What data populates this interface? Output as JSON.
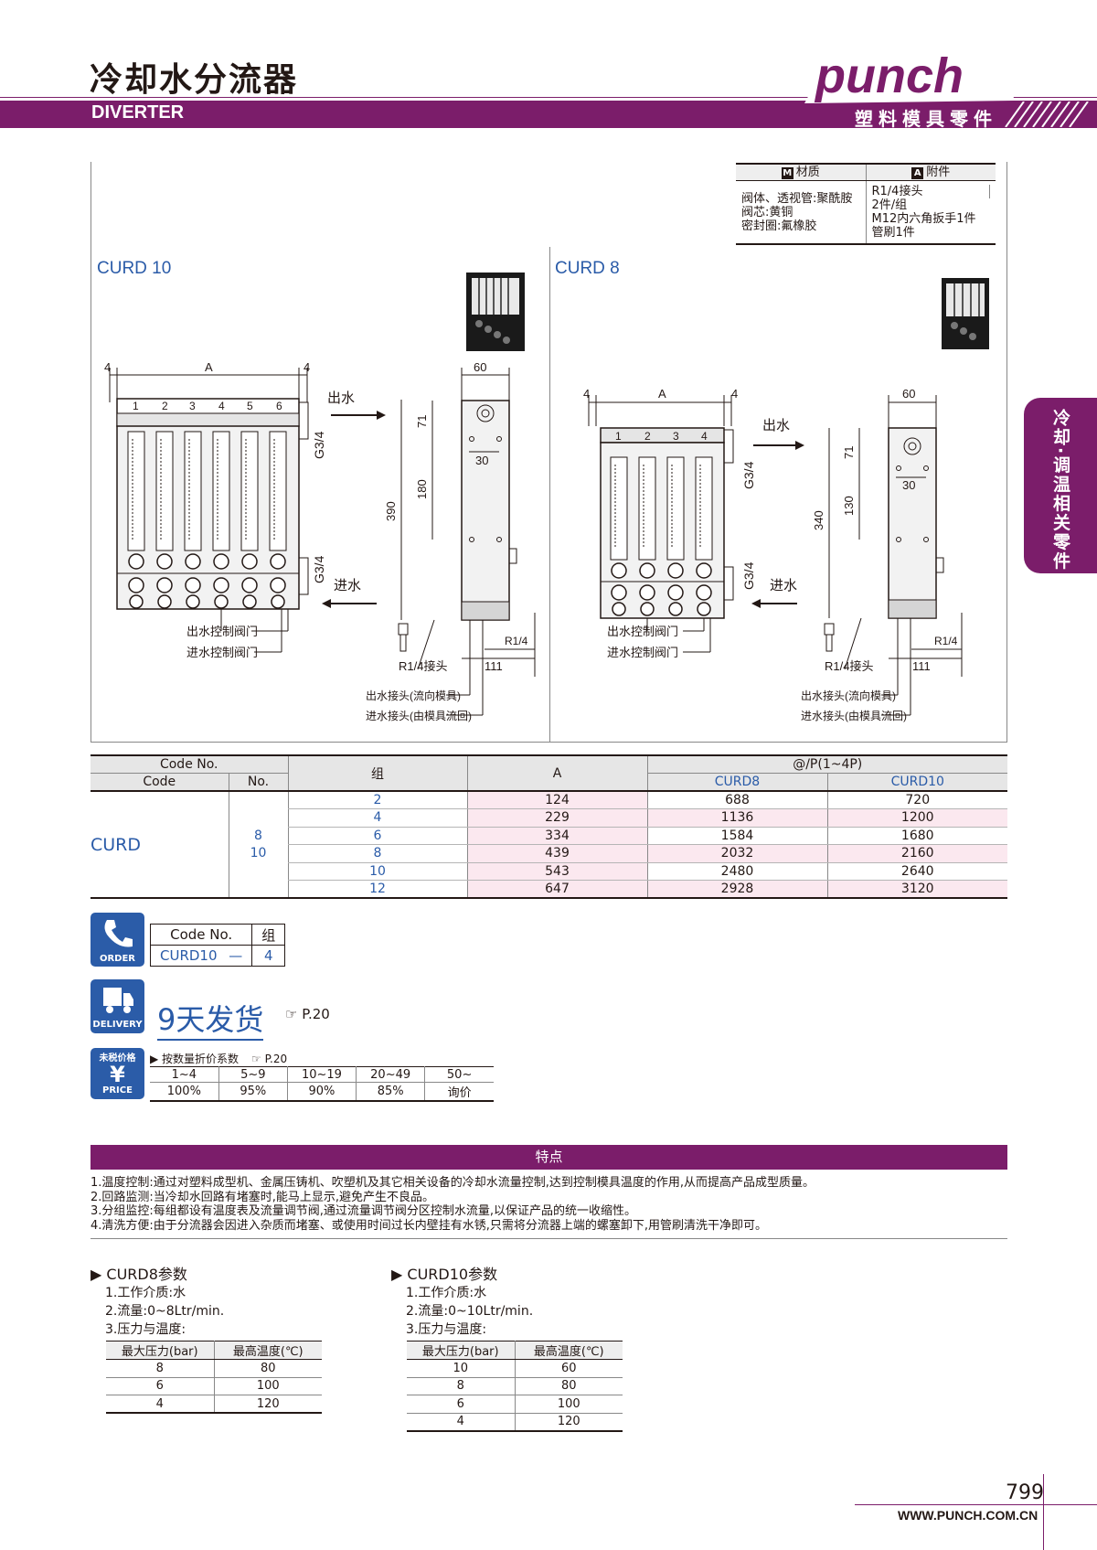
{
  "header": {
    "title_cn": "冷却水分流器",
    "title_en": "DIVERTER",
    "logo_text": "punch",
    "slogan": "塑料模具零件"
  },
  "side_tab": "冷却·调温相关零件",
  "material": {
    "m_label": "材质",
    "a_label": "附件",
    "m_lines": [
      "阀体、透视管:聚酰胺",
      "阀芯:黄铜",
      "密封圈:氟橡胶"
    ],
    "a_lines": [
      "R1/4接头",
      "2件/组",
      "M12内六角扳手1件",
      "管刷1件"
    ]
  },
  "drawings": {
    "left": {
      "model": "CURD 10",
      "ports": [
        "1",
        "2",
        "3",
        "4",
        "5",
        "6"
      ],
      "out_label": "出水",
      "in_label": "进水",
      "dims": {
        "edge": "4",
        "width": "A",
        "side_w": "60",
        "d71": "71",
        "d30": "30",
        "d180": "180",
        "d390": "390",
        "g34": "G3/4",
        "d111": "111",
        "r14": "R1/4",
        "r14j": "R1/4接头"
      },
      "valve_out": "出水控制阀门",
      "valve_in": "进水控制阀门",
      "conn_out": "出水接头(流向模具)",
      "conn_in": "进水接头(由模具流回)"
    },
    "right": {
      "model": "CURD 8",
      "ports": [
        "1",
        "2",
        "3",
        "4"
      ],
      "out_label": "出水",
      "in_label": "进水",
      "dims": {
        "edge": "4",
        "width": "A",
        "side_w": "60",
        "d71": "71",
        "d30": "30",
        "d130": "130",
        "d340": "340",
        "g34": "G3/4",
        "d111": "111",
        "r14": "R1/4",
        "r14j": "R1/4接头"
      },
      "valve_out": "出水控制阀门",
      "valve_in": "进水控制阀门",
      "conn_out": "出水接头(流向模具)",
      "conn_in": "进水接头(由模具流回)"
    }
  },
  "spec_table": {
    "code_no": "Code No.",
    "code": "Code",
    "no": "No.",
    "group": "组",
    "a": "A",
    "price_head": "@/P(1~4P)",
    "curd8": "CURD8",
    "curd10": "CURD10",
    "code_value": "CURD",
    "no_values": [
      "8",
      "10"
    ],
    "rows": [
      {
        "group": "2",
        "a": "124",
        "p8": "688",
        "p10": "720"
      },
      {
        "group": "4",
        "a": "229",
        "p8": "1136",
        "p10": "1200"
      },
      {
        "group": "6",
        "a": "334",
        "p8": "1584",
        "p10": "1680"
      },
      {
        "group": "8",
        "a": "439",
        "p8": "2032",
        "p10": "2160"
      },
      {
        "group": "10",
        "a": "543",
        "p8": "2480",
        "p10": "2640"
      },
      {
        "group": "12",
        "a": "647",
        "p8": "2928",
        "p10": "3120"
      }
    ]
  },
  "order": {
    "icon_label": "ORDER",
    "head_code": "Code No.",
    "head_group": "组",
    "code": "CURD10",
    "dash": "—",
    "group": "4"
  },
  "delivery": {
    "icon_label": "DELIVERY",
    "days_text": "9天发货",
    "ref": "P.20"
  },
  "price": {
    "icon_top": "未税价格",
    "icon_symbol": "¥",
    "icon_label": "PRICE",
    "title": "▶ 按数量折价系数",
    "ref": "P.20",
    "qty": [
      "1~4",
      "5~9",
      "10~19",
      "20~49",
      "50~"
    ],
    "rate": [
      "100%",
      "95%",
      "90%",
      "85%",
      "询价"
    ]
  },
  "features": {
    "title": "特点",
    "items": [
      "1.温度控制:通过对塑料成型机、金属压铸机、吹塑机及其它相关设备的冷却水流量控制,达到控制模具温度的作用,从而提高产品成型质量。",
      "2.回路监测:当冷却水回路有堵塞时,能马上显示,避免产生不良品。",
      "3.分组监控:每组都设有温度表及流量调节阀,通过流量调节阀分区控制水流量,以保证产品的统一收缩性。",
      "4.清洗方便:由于分流器会因进入杂质而堵塞、或使用时间过长内壁挂有水锈,只需将分流器上端的螺塞卸下,用管刷清洗干净即可。"
    ]
  },
  "params": {
    "curd8": {
      "title": "CURD8参数",
      "lines": [
        "1.工作介质:水",
        "2.流量:0~8Ltr/min.",
        "3.压力与温度:"
      ],
      "head": [
        "最大压力(bar)",
        "最高温度(℃)"
      ],
      "rows": [
        [
          "8",
          "80"
        ],
        [
          "6",
          "100"
        ],
        [
          "4",
          "120"
        ]
      ]
    },
    "curd10": {
      "title": "CURD10参数",
      "lines": [
        "1.工作介质:水",
        "2.流量:0~10Ltr/min.",
        "3.压力与温度:"
      ],
      "head": [
        "最大压力(bar)",
        "最高温度(℃)"
      ],
      "rows": [
        [
          "10",
          "60"
        ],
        [
          "8",
          "80"
        ],
        [
          "6",
          "100"
        ],
        [
          "4",
          "120"
        ]
      ]
    }
  },
  "footer": {
    "page": "799",
    "site": "WWW.PUNCH.COM.CN"
  }
}
